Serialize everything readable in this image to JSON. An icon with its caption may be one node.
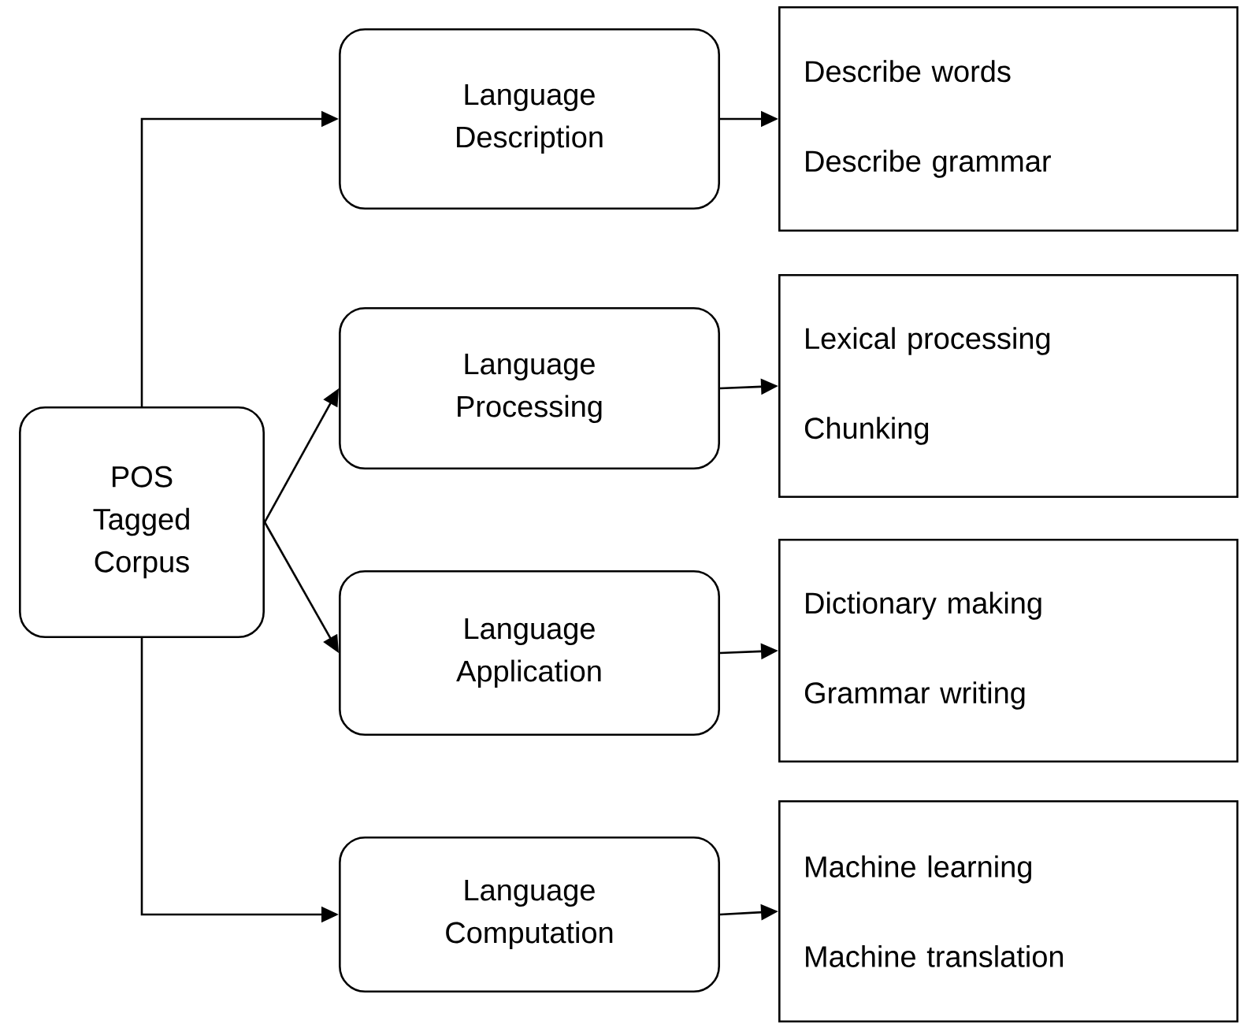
{
  "diagram": {
    "nodes": [
      {
        "text": [
          "POS Tagged Corpus"
        ]
      },
      {
        "text": [
          "Language Description"
        ]
      },
      {
        "text": [
          "Language Processing"
        ]
      },
      {
        "text": [
          "Language Application"
        ]
      },
      {
        "text": [
          "Language Computation"
        ]
      },
      {
        "text": [
          "Describe words",
          "Describe grammar"
        ]
      },
      {
        "text": [
          "Lexical processing",
          "Chunking"
        ]
      },
      {
        "text": [
          "Dictionary making",
          "Grammar writing"
        ]
      },
      {
        "text": [
          "Machine learning",
          "Machine translation"
        ]
      }
    ],
    "edges": [
      {
        "from": 0,
        "to": 1,
        "arrow": "to"
      },
      {
        "from": 0,
        "to": 2,
        "arrow": "to"
      },
      {
        "from": 0,
        "to": 3,
        "arrow": "to"
      },
      {
        "from": 0,
        "to": 4,
        "arrow": "to"
      },
      {
        "from": 1,
        "to": 5,
        "arrow": "to"
      },
      {
        "from": 2,
        "to": 6,
        "arrow": "to"
      },
      {
        "from": 3,
        "to": 7,
        "arrow": "to"
      },
      {
        "from": 4,
        "to": 8,
        "arrow": "to"
      }
    ]
  }
}
